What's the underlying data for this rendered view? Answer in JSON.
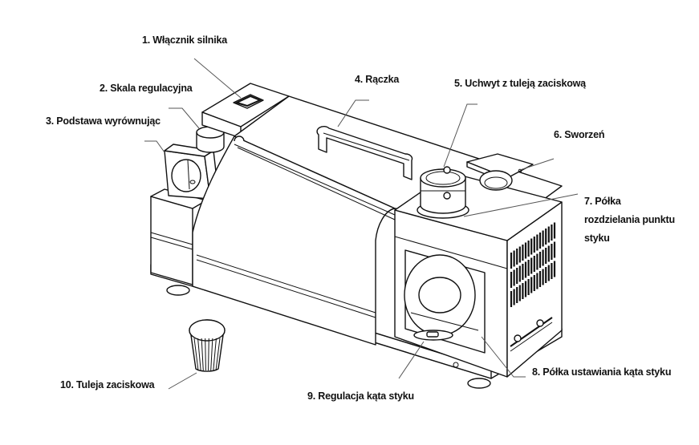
{
  "diagram": {
    "subject": "Drill bit grinder / sharpener — parts diagram",
    "labels": [
      {
        "id": 1,
        "text": "1. Włącznik silnika"
      },
      {
        "id": 2,
        "text": "2. Skala regulacyjna"
      },
      {
        "id": 3,
        "text": "3. Podstawa wyrównując"
      },
      {
        "id": 4,
        "text": "4. Rączka"
      },
      {
        "id": 5,
        "text": "5. Uchwyt z tuleją zaciskową"
      },
      {
        "id": 6,
        "text": "6. Sworzeń"
      },
      {
        "id": 7,
        "lines": [
          "7. Półka",
          "rozdzielania punktu",
          "styku"
        ]
      },
      {
        "id": 8,
        "text": "8. Półka ustawiania kąta styku"
      },
      {
        "id": 9,
        "text": "9. Regulacja kąta styku"
      },
      {
        "id": 10,
        "text": "10. Tuleja zaciskowa"
      }
    ]
  }
}
